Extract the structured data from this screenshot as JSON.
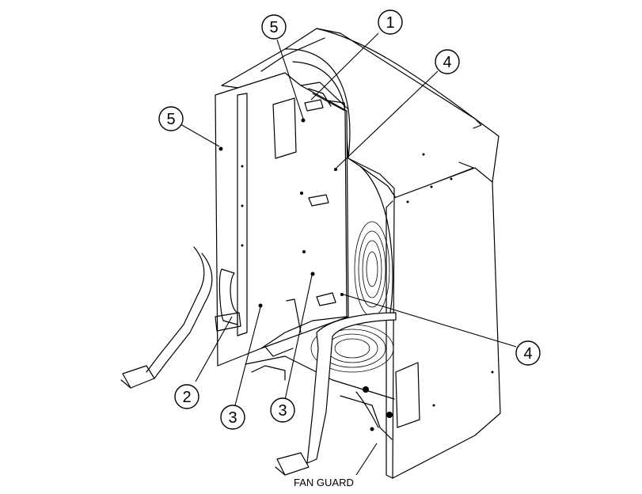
{
  "callouts": [
    {
      "id": "c1",
      "label": "1"
    },
    {
      "id": "c2",
      "label": "2"
    },
    {
      "id": "c3a",
      "label": "3"
    },
    {
      "id": "c3b",
      "label": "3"
    },
    {
      "id": "c4a",
      "label": "4"
    },
    {
      "id": "c4b",
      "label": "4"
    },
    {
      "id": "c5a",
      "label": "5"
    },
    {
      "id": "c5b",
      "label": "5"
    }
  ],
  "labels": {
    "fan_guard": "FAN GUARD"
  }
}
